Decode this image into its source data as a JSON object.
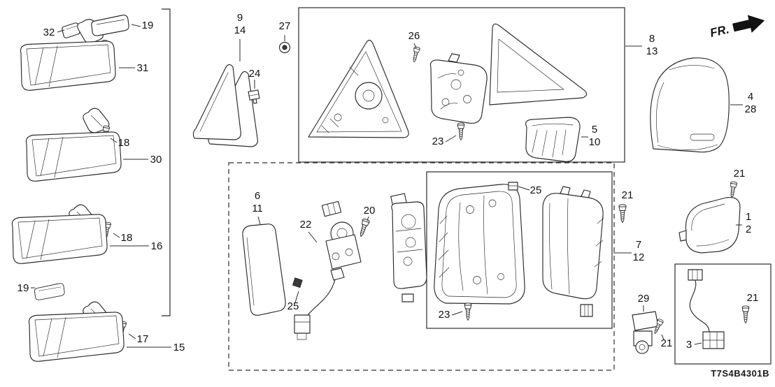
{
  "diagram": {
    "code": "T7S4B4301B",
    "fr_label": "FR."
  },
  "callouts": {
    "clip32": "32",
    "pad19_top": "19",
    "mirror31": "31",
    "screw18_a": "18",
    "mirror30": "30",
    "screw18_b": "18",
    "mirror16": "16",
    "pad19_bottom": "19",
    "screw17": "17",
    "mirror15": "15",
    "garnish9": "9",
    "garnish14": "14",
    "grommet27": "27",
    "clip24": "24",
    "bolt26": "26",
    "bolt23_upper": "23",
    "gasket5": "5",
    "gasket10": "10",
    "assy8": "8",
    "assy13": "13",
    "cap4": "4",
    "cap28": "28",
    "glass6": "6",
    "glass11": "11",
    "actuator22": "22",
    "bolt20": "20",
    "clip25_harness": "25",
    "clip25_housing": "25",
    "bolt23_lower": "23",
    "housing7": "7",
    "housing12": "12",
    "bolt21_a": "21",
    "bolt21_b": "21",
    "lamp1": "1",
    "lamp2": "2",
    "camera29": "29",
    "bolt21_c": "21",
    "harness3": "3",
    "bolt21_d": "21"
  }
}
